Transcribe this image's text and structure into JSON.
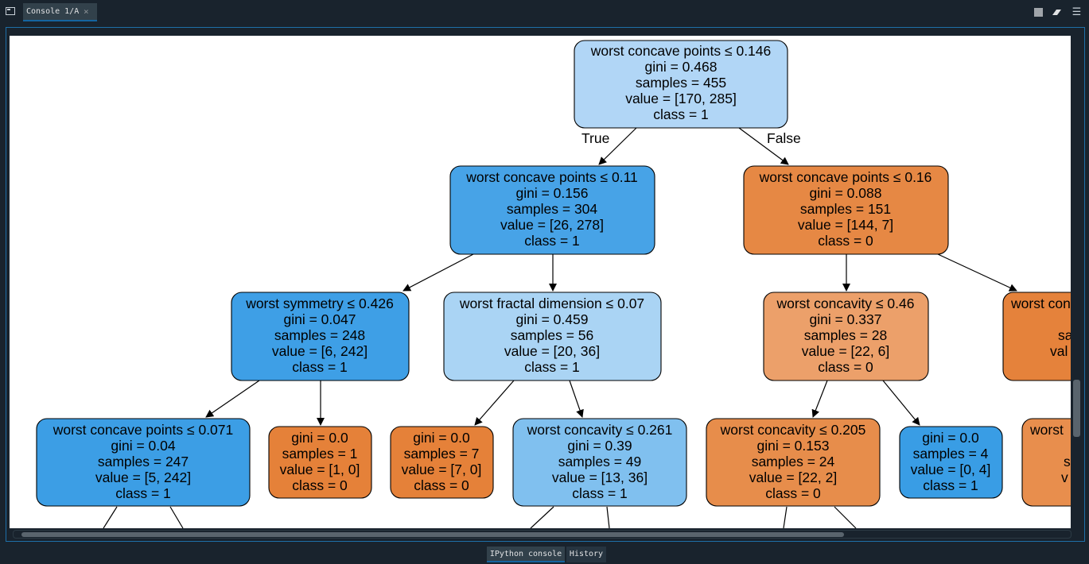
{
  "console_tab": {
    "label": "Console 1/A",
    "close": "×"
  },
  "toolbar": {
    "stop_icon": "stop-icon",
    "eraser_icon": "eraser-icon",
    "menu_icon": "menu-icon"
  },
  "bottom_tabs": {
    "ipython": "IPython console",
    "history": "History"
  },
  "colors": {
    "orange_strong": "#e5823a",
    "orange_mid": "#e88f4f",
    "orange_light": "#eda26e",
    "blue_strong": "#3c9ee5",
    "blue_mid": "#47a3e7",
    "blue_soft": "#7dbdee",
    "blue_light": "#a9d3f4",
    "blue_pale": "#b1d6f6",
    "accent": "#1464a0"
  },
  "tree": {
    "edge_true": "True",
    "edge_false": "False",
    "nodes": {
      "n0": {
        "lines": [
          "worst concave points ≤ 0.146",
          "gini = 0.468",
          "samples = 455",
          "value = [170, 285]",
          "class = 1"
        ]
      },
      "n1": {
        "lines": [
          "worst concave points ≤ 0.11",
          "gini = 0.156",
          "samples = 304",
          "value = [26, 278]",
          "class = 1"
        ]
      },
      "n2": {
        "lines": [
          "worst concave points ≤ 0.16",
          "gini = 0.088",
          "samples = 151",
          "value = [144, 7]",
          "class = 0"
        ]
      },
      "n3": {
        "lines": [
          "worst symmetry ≤ 0.426",
          "gini = 0.047",
          "samples = 248",
          "value = [6, 242]",
          "class = 1"
        ]
      },
      "n4": {
        "lines": [
          "worst fractal dimension ≤ 0.07",
          "gini = 0.459",
          "samples = 56",
          "value = [20, 36]",
          "class = 1"
        ]
      },
      "n5": {
        "lines": [
          "worst concavity ≤ 0.46",
          "gini = 0.337",
          "samples = 28",
          "value = [22, 6]",
          "class = 0"
        ]
      },
      "n6": {
        "lines": [
          "worst con",
          "",
          "sa",
          "val",
          ""
        ]
      },
      "n7": {
        "lines": [
          "worst concave points ≤ 0.071",
          "gini = 0.04",
          "samples = 247",
          "value = [5, 242]",
          "class = 1"
        ]
      },
      "n8": {
        "lines": [
          "gini = 0.0",
          "samples = 1",
          "value = [1, 0]",
          "class = 0"
        ]
      },
      "n9": {
        "lines": [
          "gini = 0.0",
          "samples = 7",
          "value = [7, 0]",
          "class = 0"
        ]
      },
      "n10": {
        "lines": [
          "worst concavity ≤ 0.261",
          "gini = 0.39",
          "samples = 49",
          "value = [13, 36]",
          "class = 1"
        ]
      },
      "n11": {
        "lines": [
          "worst concavity ≤ 0.205",
          "gini = 0.153",
          "samples = 24",
          "value = [22, 2]",
          "class = 0"
        ]
      },
      "n12": {
        "lines": [
          "gini = 0.0",
          "samples = 4",
          "value = [0, 4]",
          "class = 1"
        ]
      },
      "n13": {
        "lines": [
          "worst",
          "",
          "s",
          "v",
          ""
        ]
      }
    }
  }
}
